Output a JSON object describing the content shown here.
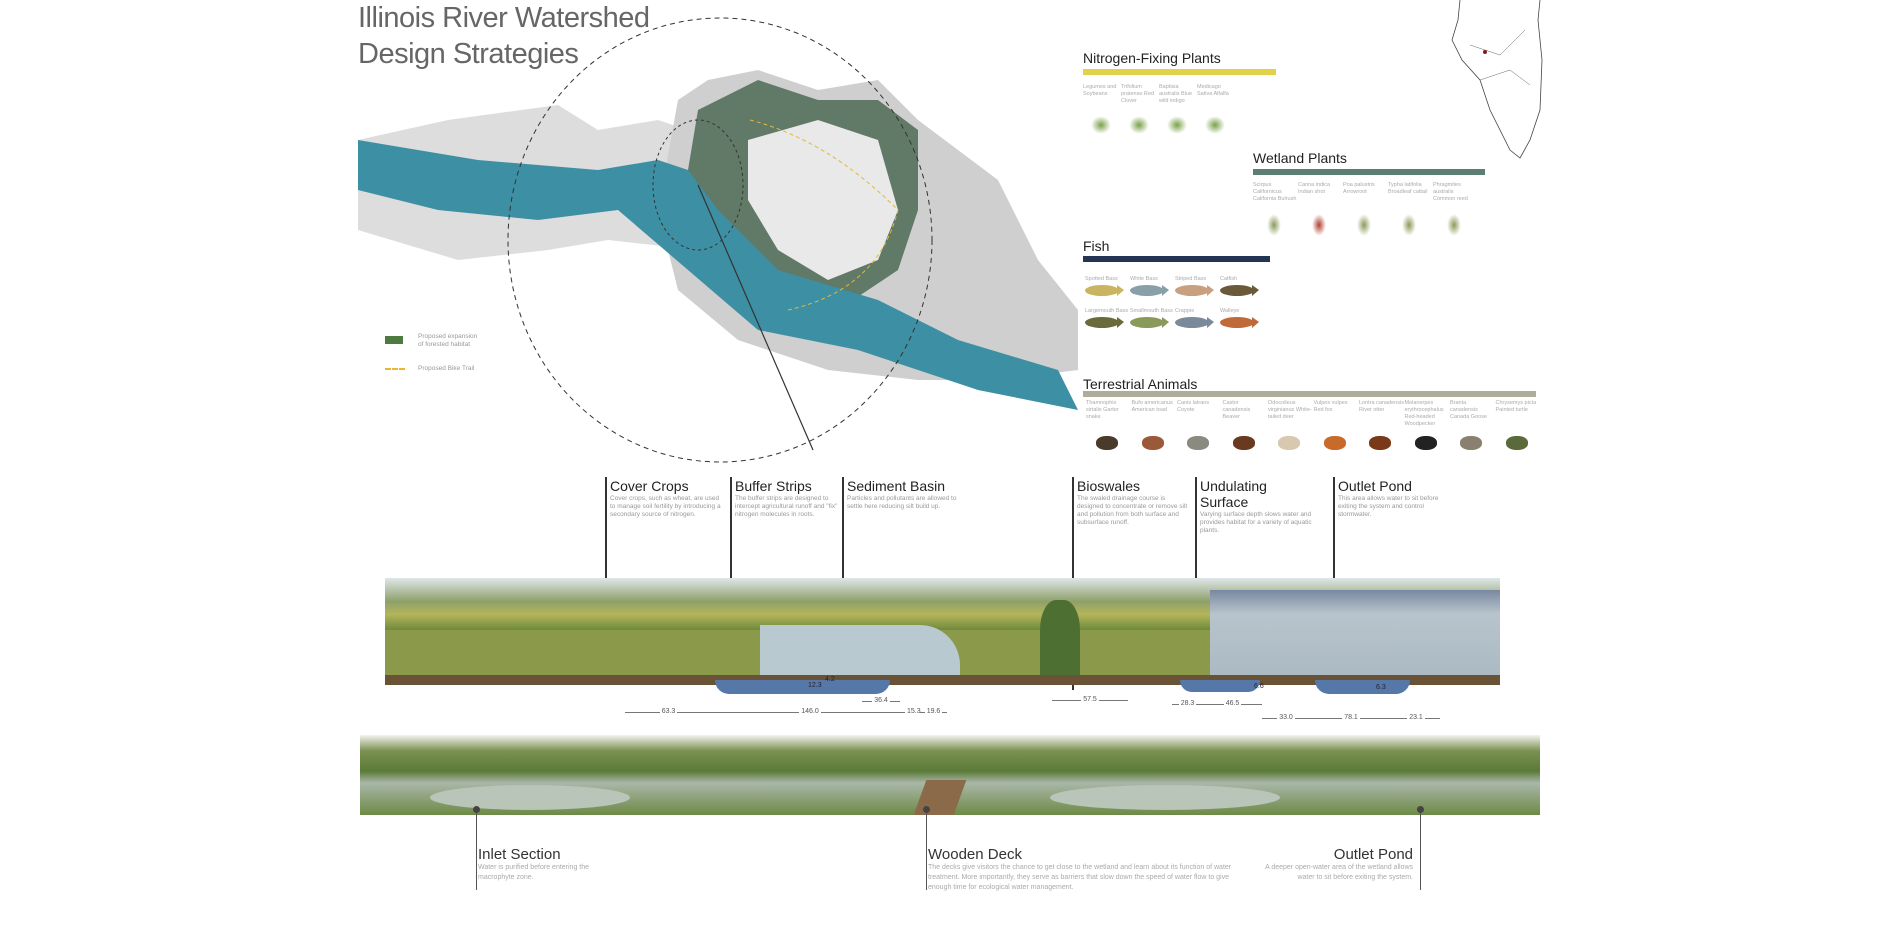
{
  "title": {
    "line1": "Illinois River Watershed",
    "line2": "Design Strategies"
  },
  "legend": [
    {
      "label": "Proposed expansion of forested habitat"
    },
    {
      "label": "Proposed Bike Trail"
    }
  ],
  "colors": {
    "nitrogen": "#e2d24a",
    "wetland": "#5d7e72",
    "fish": "#243553",
    "terrestrial": "#b0ac9a",
    "river": "#3d8fa3"
  },
  "nitrogen": {
    "heading": "Nitrogen-Fixing Plants",
    "items": [
      "Legumes and Soybeans",
      "Trifolium pratense Red Clover",
      "Baptisia australis Blue wild indigo",
      "Medicago Sativa Alfalfa"
    ]
  },
  "wetland": {
    "heading": "Wetland Plants",
    "items": [
      "Scirpus Californicus California Bulrush",
      "Canna indica Indian shot",
      "Poa palustris Arrowroot",
      "Typha latifolia Broadleaf cattail",
      "Phragmites australis Common reed"
    ]
  },
  "fish": {
    "heading": "Fish",
    "items": [
      "Spotted Bass",
      "White Bass",
      "Striped Bass",
      "Catfish",
      "Largemouth Bass",
      "Smallmouth Bass",
      "Crappie",
      "Walleye"
    ]
  },
  "terrestrial": {
    "heading": "Terrestrial Animals",
    "items": [
      "Thamnophis sirtalis Garter snake",
      "Bufo americanus American toad",
      "Canis latrans Coyote",
      "Castor canadensis Beaver",
      "Odocoileus virginianus White-tailed deer",
      "Vulpes vulpes Red fox",
      "Lontra canadensis River otter",
      "Melanerpes erythrocephalus Red-headed Woodpecker",
      "Branta canadensis Canada Goose",
      "Chrysemys picta Painted turtle"
    ]
  },
  "sections": [
    {
      "title": "Cover Crops",
      "text": "Cover crops, such as wheat, are used to manage soil fertility by introducing a secondary source of nitrogen."
    },
    {
      "title": "Buffer Strips",
      "text": "The buffer strips are designed to intercept agricultural runoff and \"fix\" nitrogen molecules in roots."
    },
    {
      "title": "Sediment Basin",
      "text": "Particles and pollutants are allowed to settle here reducing silt build up."
    },
    {
      "title": "Bioswales",
      "text": "The swaled drainage course is designed to concentrate or remove silt and pollution from both surface and subsurface runoff."
    },
    {
      "title": "Undulating Surface",
      "text": "Varying surface depth slows water and provides habitat for a variety of aquatic plants."
    },
    {
      "title": "Outlet Pond",
      "text": "This area allows water to sit before exiting the system and control stormwater."
    }
  ],
  "dimensions": [
    "63.3",
    "146.0",
    "36.4",
    "15.3",
    "19.6",
    "57.5",
    "28.3",
    "46.5",
    "33.0",
    "78.1",
    "23.1"
  ],
  "depths": [
    "12.3",
    "4.2",
    "6.6",
    "6.3"
  ],
  "bottom": [
    {
      "title": "Inlet Section",
      "text": "Water is purified before entering the macrophyte zone."
    },
    {
      "title": "Wooden Deck",
      "text": "The decks give visitors the chance to get close to the wetland and learn about its function of water treatment. More importantly, they serve as barriers that slow down the speed of water flow to give enough time for ecological water management."
    },
    {
      "title": "Outlet Pond",
      "text": "A deeper open-water area of the wetland allows water to sit before exiting the system."
    }
  ]
}
